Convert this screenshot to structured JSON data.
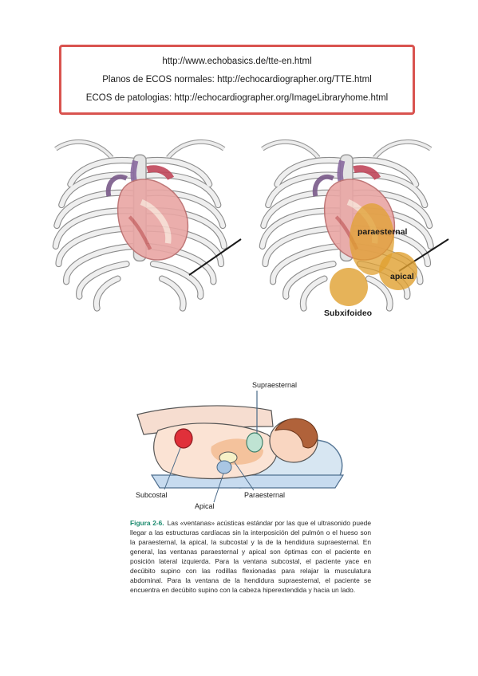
{
  "links": [
    "http://www.echobasics.de/tte-en.html",
    "Planos de ECOS normales: http://echocardiographer.org/TTE.html",
    "ECOS de patologias: http://echocardiographer.org/ImageLibraryhome.html"
  ],
  "chest_labels": {
    "paraesternal": "paraesternal",
    "apical": "apical",
    "subxifoideo": "Subxifoideo"
  },
  "patient_labels": {
    "supraesternal": "Supraesternal",
    "subcostal": "Subcostal",
    "apical": "Apical",
    "paraesternal": "Paraesternal"
  },
  "caption": {
    "figure_label": "Figura 2-6.",
    "text": "Las «ventanas» acústicas estándar por las que el ultrasonido puede llegar a las estructuras cardíacas sin la interposición del pulmón o el hueso son la paraesternal, la apical, la subcostal y la de la hendidura supraesternal. En general, las ventanas paraesternal y apical son óptimas con el paciente en posición lateral izquierda. Para la ventana subcostal, el paciente yace en decúbito supino con las rodillas flexionadas para relajar la musculatura abdominal. Para la ventana de la hendidura supraesternal, el paciente se encuentra en decúbito supino con la cabeza hiperextendida y hacia un lado."
  },
  "colors": {
    "box_border": "#d9534f",
    "window_orange": "#e0a030",
    "subcostal_red": "#e0303a",
    "caption_green": "#1b8a6e"
  }
}
